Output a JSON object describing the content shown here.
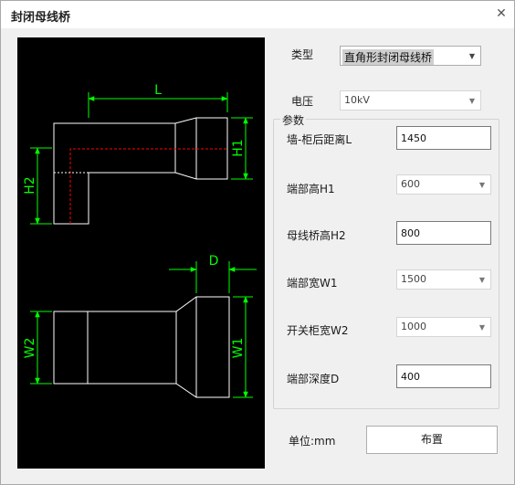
{
  "window": {
    "title": "封闭母线桥",
    "close_glyph": "✕"
  },
  "drawing": {
    "dim_L": "L",
    "dim_H1": "H1",
    "dim_H2": "H2",
    "dim_D": "D",
    "dim_W1": "W1",
    "dim_W2": "W2",
    "line_color": "#ffffff",
    "dim_color": "#00ff00",
    "axis_color": "#ff0000"
  },
  "form": {
    "type_label": "类型",
    "type_value": "直角形封闭母线桥",
    "voltage_label": "电压",
    "voltage_value": "10kV",
    "params_title": "参数",
    "wall_dist_label": "墙-柜后距离L",
    "wall_dist_value": "1450",
    "end_height_label": "端部高H1",
    "end_height_value": "600",
    "bus_height_label": "母线桥高H2",
    "bus_height_value": "800",
    "end_width_label": "端部宽W1",
    "end_width_value": "1500",
    "cabinet_width_label": "开关柜宽W2",
    "cabinet_width_value": "1000",
    "end_depth_label": "端部深度D",
    "end_depth_value": "400",
    "unit_label": "单位:mm",
    "place_button": "布置"
  },
  "icons": {
    "dropdown": "dropdown-arrow-icon",
    "close": "close-icon"
  }
}
